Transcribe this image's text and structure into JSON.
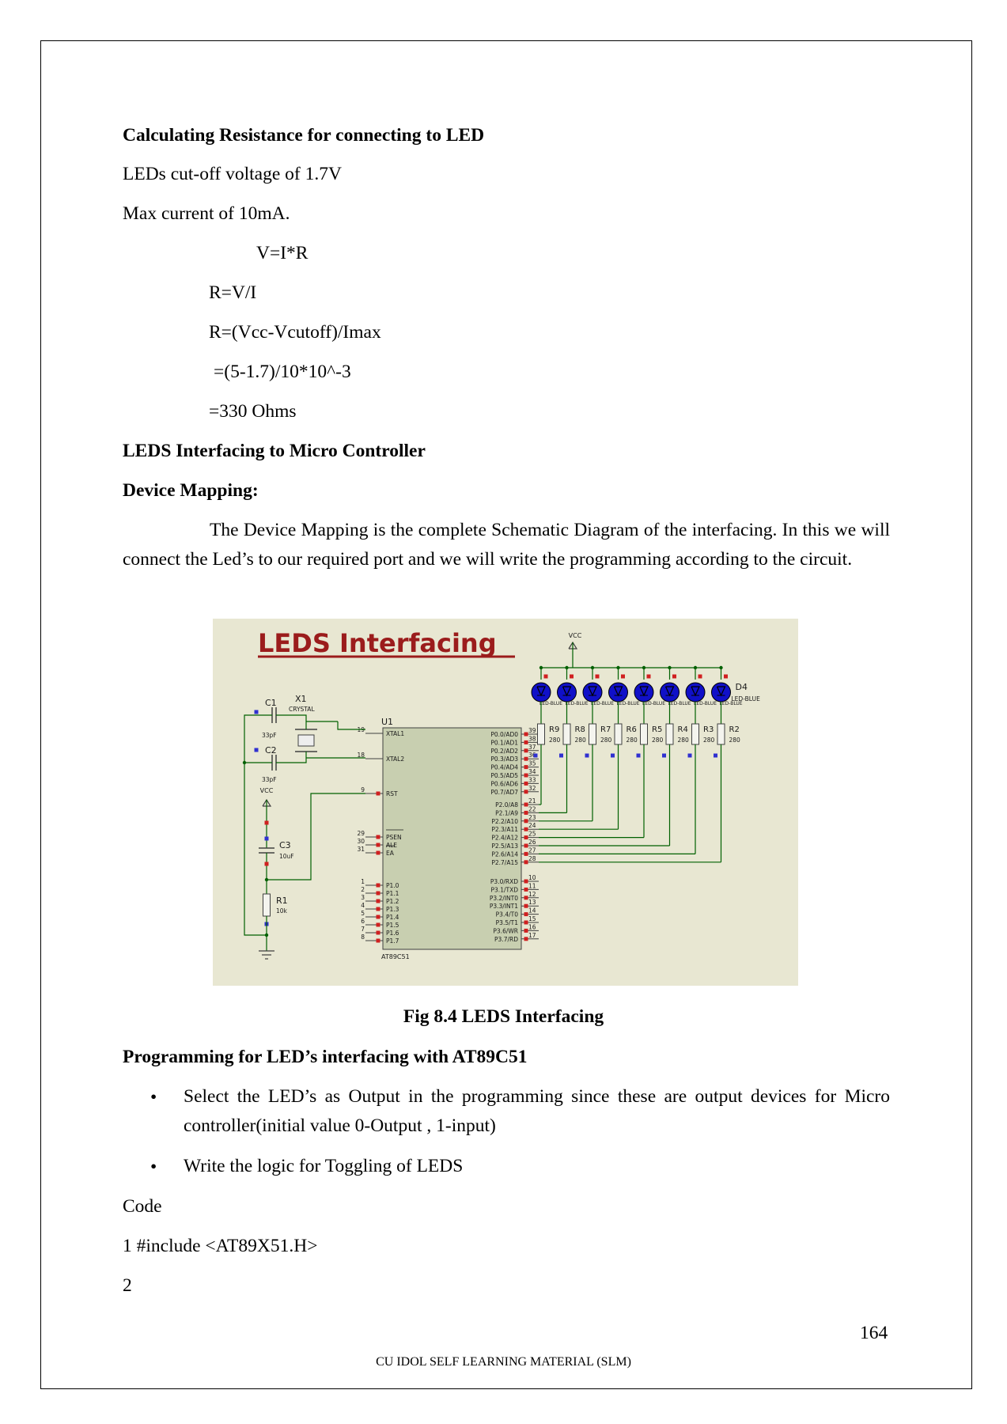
{
  "heading_resistance": "Calculating Resistance for connecting to LED",
  "line_cutoff": "LEDs cut-off voltage of 1.7V",
  "line_current": "Max current of 10mA.",
  "eq1": "V=I*R",
  "eq2": "R=V/I",
  "eq3": "R=(Vcc-Vcutoff)/Imax",
  "eq4": "=(5-1.7)/10*10^-3",
  "eq5": "=330 Ohms",
  "heading_interfacing": "LEDS Interfacing to Micro Controller",
  "heading_mapping": "Device Mapping:",
  "para_mapping": "The Device Mapping is the complete Schematic Diagram of the interfacing. In this we will connect the Led’s to our required port and we will write the programming according to the circuit.",
  "figure": {
    "title": "LEDS Interfacing",
    "caption": "Fig 8.4 LEDS Interfacing",
    "vcc_top": "VCC",
    "vcc_left": "VCC",
    "ic_ref": "U1",
    "ic_part": "AT89C51",
    "crystal_ref": "X1",
    "crystal_type": "CRYSTAL",
    "c1_ref": "C1",
    "c1_val": "33pF",
    "c2_ref": "C2",
    "c2_val": "33pF",
    "c3_ref": "C3",
    "c3_val": "10uF",
    "r1_ref": "R1",
    "r1_val": "10k",
    "led_last_ref": "D4",
    "led_label": "LED-BLUE",
    "led_resistors": [
      "R9",
      "R8",
      "R7",
      "R6",
      "R5",
      "R4",
      "R3",
      "R2"
    ],
    "led_res_val": "280",
    "left_pins": [
      {
        "num": "19",
        "name": "XTAL1"
      },
      {
        "num": "18",
        "name": "XTAL2"
      },
      {
        "num": "9",
        "name": "RST"
      },
      {
        "num": "29",
        "name": "PSEN"
      },
      {
        "num": "30",
        "name": "ALE"
      },
      {
        "num": "31",
        "name": "EA"
      },
      {
        "num": "1",
        "name": "P1.0"
      },
      {
        "num": "2",
        "name": "P1.1"
      },
      {
        "num": "3",
        "name": "P1.2"
      },
      {
        "num": "4",
        "name": "P1.3"
      },
      {
        "num": "5",
        "name": "P1.4"
      },
      {
        "num": "6",
        "name": "P1.5"
      },
      {
        "num": "7",
        "name": "P1.6"
      },
      {
        "num": "8",
        "name": "P1.7"
      }
    ],
    "right_pins": [
      {
        "num": "39",
        "name": "P0.0/AD0"
      },
      {
        "num": "38",
        "name": "P0.1/AD1"
      },
      {
        "num": "37",
        "name": "P0.2/AD2"
      },
      {
        "num": "36",
        "name": "P0.3/AD3"
      },
      {
        "num": "35",
        "name": "P0.4/AD4"
      },
      {
        "num": "34",
        "name": "P0.5/AD5"
      },
      {
        "num": "33",
        "name": "P0.6/AD6"
      },
      {
        "num": "32",
        "name": "P0.7/AD7"
      },
      {
        "num": "21",
        "name": "P2.0/A8"
      },
      {
        "num": "22",
        "name": "P2.1/A9"
      },
      {
        "num": "23",
        "name": "P2.2/A10"
      },
      {
        "num": "24",
        "name": "P2.3/A11"
      },
      {
        "num": "25",
        "name": "P2.4/A12"
      },
      {
        "num": "26",
        "name": "P2.5/A13"
      },
      {
        "num": "27",
        "name": "P2.6/A14"
      },
      {
        "num": "28",
        "name": "P2.7/A15"
      },
      {
        "num": "10",
        "name": "P3.0/RXD"
      },
      {
        "num": "11",
        "name": "P3.1/TXD"
      },
      {
        "num": "12",
        "name": "P3.2/INT0"
      },
      {
        "num": "13",
        "name": "P3.3/INT1"
      },
      {
        "num": "14",
        "name": "P3.4/T0"
      },
      {
        "num": "15",
        "name": "P3.5/T1"
      },
      {
        "num": "16",
        "name": "P3.6/WR"
      },
      {
        "num": "17",
        "name": "P3.7/RD"
      }
    ]
  },
  "heading_programming": "Programming for LED’s interfacing with AT89C51",
  "bullet1": "Select the LED’s as Output in the programming since these are output devices for Micro controller(initial value 0-Output , 1-input)",
  "bullet2": "Write the logic for Toggling of LEDS",
  "code_label": "Code",
  "code_line1": "1  #include <AT89X51.H>",
  "code_line2": "2",
  "page_number": "164",
  "footer": "CU IDOL SELF LEARNING MATERIAL (SLM)",
  "colors": {
    "figure_bg": "#e8e7d2",
    "title_red": "#9b1c1c",
    "ic_fill": "#c8cfb0",
    "wire": "#006000",
    "led_blue": "#1010c8",
    "pin_red": "#d02020",
    "pin_blue": "#3030d0"
  }
}
